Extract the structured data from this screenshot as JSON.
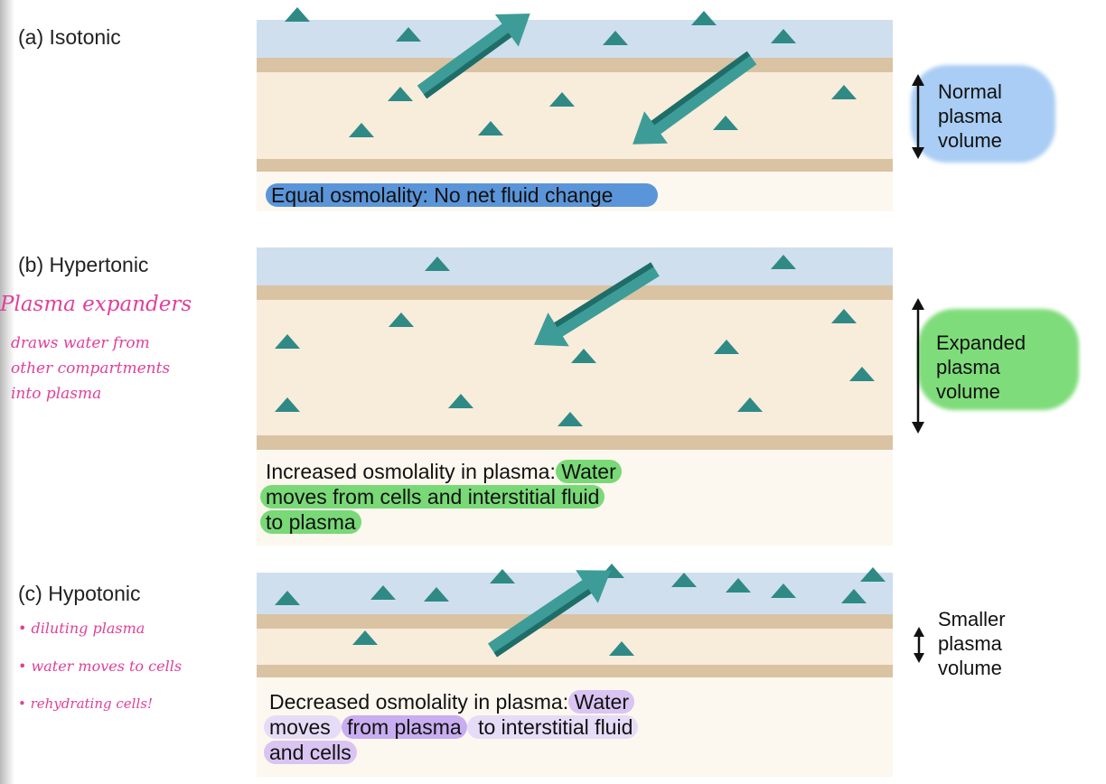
{
  "colors": {
    "plasma": "#cfdfee",
    "wall": "#d9c3a3",
    "interstitial": "#f8ecdb",
    "solute": "#2f8a86",
    "arrow": "#3d9c97",
    "arrow_dark": "#1f6d69",
    "highlight_blue": "#5b95d9",
    "highlight_green": "#79d977",
    "highlight_purple": "#d9c4f2",
    "annotation_pink": "#e0409a"
  },
  "panels": [
    {
      "title": "(a) Isotonic",
      "caption_lines": [
        {
          "segments": [
            {
              "text": "Equal osmolality: No net fluid change",
              "highlight": "blue"
            }
          ]
        }
      ],
      "volume_label_lines": [
        "Normal",
        "plasma",
        "volume"
      ],
      "annotation_lines": []
    },
    {
      "title": "(b) Hypertonic",
      "caption_lines": [
        {
          "segments": [
            {
              "text": "Increased osmolality in plasma: ",
              "highlight": ""
            },
            {
              "text": "Water",
              "highlight": "green"
            }
          ]
        },
        {
          "segments": [
            {
              "text": "moves from cells and interstitial fluid",
              "highlight": "green"
            }
          ]
        },
        {
          "segments": [
            {
              "text": "to plasma",
              "highlight": "green"
            }
          ]
        }
      ],
      "volume_label_lines": [
        "Expanded",
        "plasma",
        "volume"
      ],
      "annotation_lines": [
        "Plasma expanders",
        "draws water from",
        "other compartments",
        "into plasma"
      ]
    },
    {
      "title": "(c) Hypotonic",
      "caption_lines": [
        {
          "segments": [
            {
              "text": "Decreased osmolality in plasma: ",
              "highlight": ""
            },
            {
              "text": "Water",
              "highlight": "purple"
            }
          ]
        },
        {
          "segments": [
            {
              "text": "moves ",
              "highlight": "purple"
            },
            {
              "text": "from plasma",
              "highlight": "purple"
            },
            {
              "text": " to interstitial fluid",
              "highlight": "purple"
            }
          ]
        },
        {
          "segments": [
            {
              "text": "and cells",
              "highlight": "purple"
            }
          ]
        }
      ],
      "volume_label_lines": [
        "Smaller",
        "plasma",
        "volume"
      ],
      "annotation_lines": [
        "• diluting plasma",
        "• water moves to cells",
        "• rehydrating cells!"
      ]
    }
  ]
}
